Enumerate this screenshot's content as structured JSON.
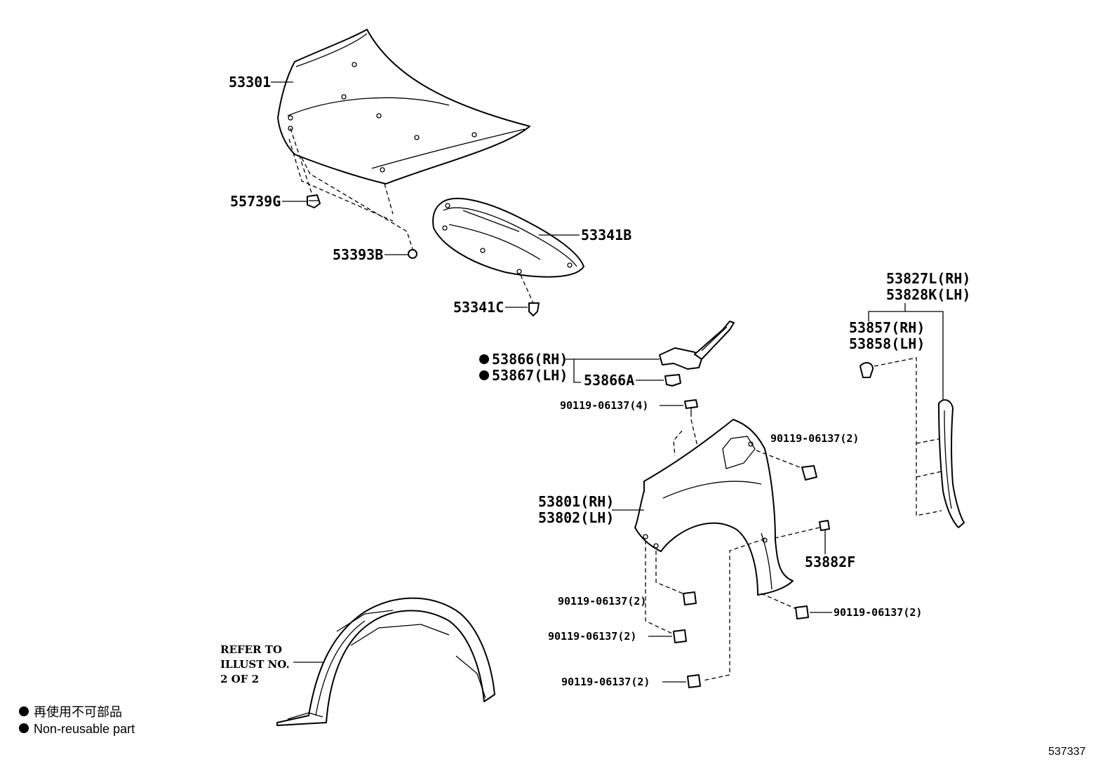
{
  "labels": {
    "hood": "53301",
    "hood_cushion": "55739G",
    "hood_stopper": "53393B",
    "hood_insulator": "53341B",
    "insulator_clip": "53341C",
    "fender_seal_rh": "53866(RH)",
    "fender_seal_lh": "53867(LH)",
    "seal_clip": "53866A",
    "bolt_top": "90119-06137(4)",
    "bolt_fender_upper": "90119-06137(2)",
    "fender_rh": "53801(RH)",
    "fender_lh": "53802(LH)",
    "fender_bracket": "53882F",
    "bolt_fender_front": "90119-06137(2)",
    "bolt_front_lower": "90119-06137(2)",
    "bolt_bottom": "90119-06137(2)",
    "bolt_right": "90119-06137(2)",
    "side_seal_rh": "53827L(RH)",
    "side_seal_lh": "53828K(LH)",
    "clip_rh": "53857(RH)",
    "clip_lh": "53858(LH)",
    "refer_line1": "REFER TO",
    "refer_line2": "ILLUST NO.",
    "refer_line3": "2 OF 2"
  },
  "legend": {
    "japanese": "再使用不可部品",
    "english": "Non-reusable part"
  },
  "illustration_number": "537337"
}
